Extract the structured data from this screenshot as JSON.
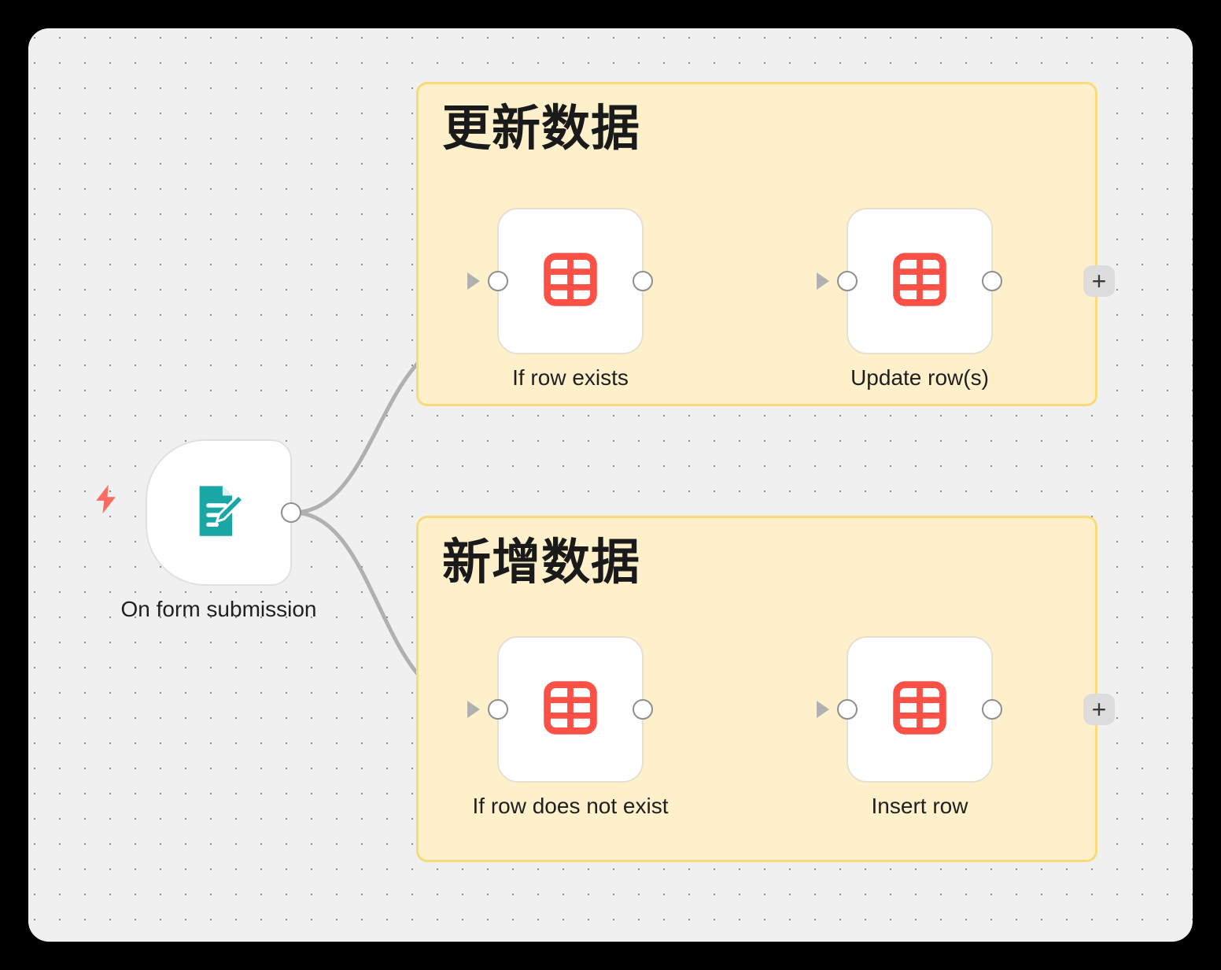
{
  "canvas": {
    "background_color": "#f0f0f0",
    "dot_color": "#8a8a8a",
    "page_background": "#000000"
  },
  "theme": {
    "sticky_fill": "#fdf0ca",
    "sticky_border": "#f9da79",
    "node_fill": "#ffffff",
    "node_border": "#e4e0d2",
    "grid_icon_color": "#fb5046",
    "trigger_icon_color": "#1ba6a6",
    "bolt_color": "#fb6b5f",
    "connector_color": "#b0b0b0",
    "port_border": "#8f8f8f",
    "add_button_fill": "#dcdcdc",
    "label_color": "#1f1f1f"
  },
  "workflow": {
    "trigger": {
      "label": "On form submission",
      "icon": "form-edit-icon",
      "bolt_icon": "lightning-bolt-icon"
    },
    "sticky_notes": [
      {
        "id": "update",
        "title": "更新数据",
        "nodes": [
          {
            "id": "if-row-exists",
            "label": "If row exists",
            "icon": "spreadsheet-grid-icon"
          },
          {
            "id": "update-rows",
            "label": "Update row(s)",
            "icon": "spreadsheet-grid-icon"
          }
        ],
        "add_button_label": "+"
      },
      {
        "id": "insert",
        "title": "新增数据",
        "nodes": [
          {
            "id": "if-row-does-not-exist",
            "label": "If row does not exist",
            "icon": "spreadsheet-grid-icon"
          },
          {
            "id": "insert-row",
            "label": "Insert row",
            "icon": "spreadsheet-grid-icon"
          }
        ],
        "add_button_label": "+"
      }
    ]
  }
}
